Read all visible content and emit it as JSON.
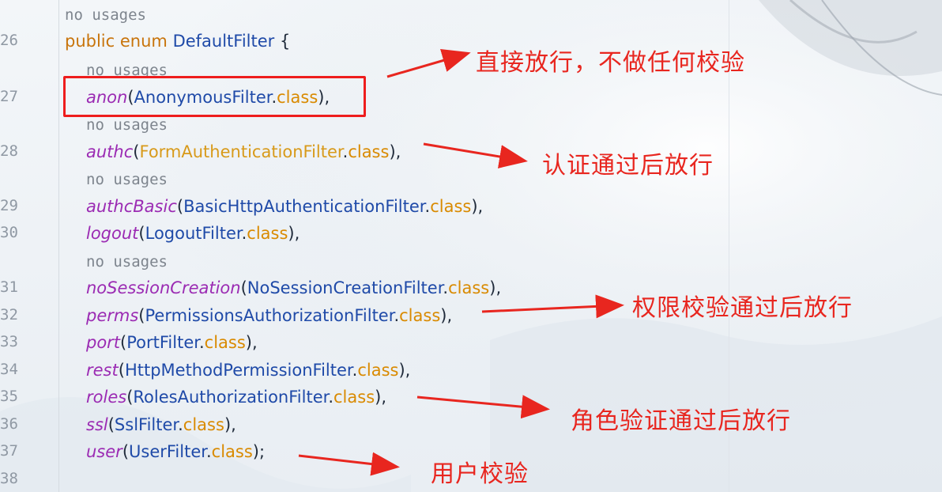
{
  "editor": {
    "line_numbers": [
      "26",
      "27",
      "28",
      "29",
      "30",
      "31",
      "32",
      "33",
      "34",
      "35",
      "36",
      "37",
      "38"
    ],
    "usage_hint": "no usages",
    "enum_decl": {
      "modifier": "public",
      "keyword": "enum",
      "name": "DefaultFilter",
      "open_brace": " {"
    },
    "entries": [
      {
        "name": "anon",
        "cls": "AnonymousFilter",
        "dot": ".",
        "kw": "class",
        "tail": "),"
      },
      {
        "name": "authc",
        "cls": "FormAuthenticationFilter",
        "dot": ".",
        "kw": "class",
        "tail": "),"
      },
      {
        "name": "authcBasic",
        "cls": "BasicHttpAuthenticationFilter",
        "dot": ".",
        "kw": "class",
        "tail": "),"
      },
      {
        "name": "logout",
        "cls": "LogoutFilter",
        "dot": ".",
        "kw": "class",
        "tail": "),"
      },
      {
        "name": "noSessionCreation",
        "cls": "NoSessionCreationFilter",
        "dot": ".",
        "kw": "class",
        "tail": "),"
      },
      {
        "name": "perms",
        "cls": "PermissionsAuthorizationFilter",
        "dot": ".",
        "kw": "class",
        "tail": "),"
      },
      {
        "name": "port",
        "cls": "PortFilter",
        "dot": ".",
        "kw": "class",
        "tail": "),"
      },
      {
        "name": "rest",
        "cls": "HttpMethodPermissionFilter",
        "dot": ".",
        "kw": "class",
        "tail": "),"
      },
      {
        "name": "roles",
        "cls": "RolesAuthorizationFilter",
        "dot": ".",
        "kw": "class",
        "tail": "),"
      },
      {
        "name": "ssl",
        "cls": "SslFilter",
        "dot": ".",
        "kw": "class",
        "tail": "),"
      },
      {
        "name": "user",
        "cls": "UserFilter",
        "dot": ".",
        "kw": "class",
        "tail": ");"
      }
    ],
    "open_paren": "("
  },
  "annotations": {
    "anon": "直接放行，不做任何校验",
    "authc": "认证通过后放行",
    "perms": "权限校验通过后放行",
    "roles": "角色验证通过后放行",
    "user": "用户校验"
  },
  "colors": {
    "annotation": "#e8261f",
    "keyword": "#c8740b",
    "enum_constant": "#9b2bb3",
    "type": "#1f4aa8"
  },
  "icons": [
    "arrow-icon"
  ]
}
